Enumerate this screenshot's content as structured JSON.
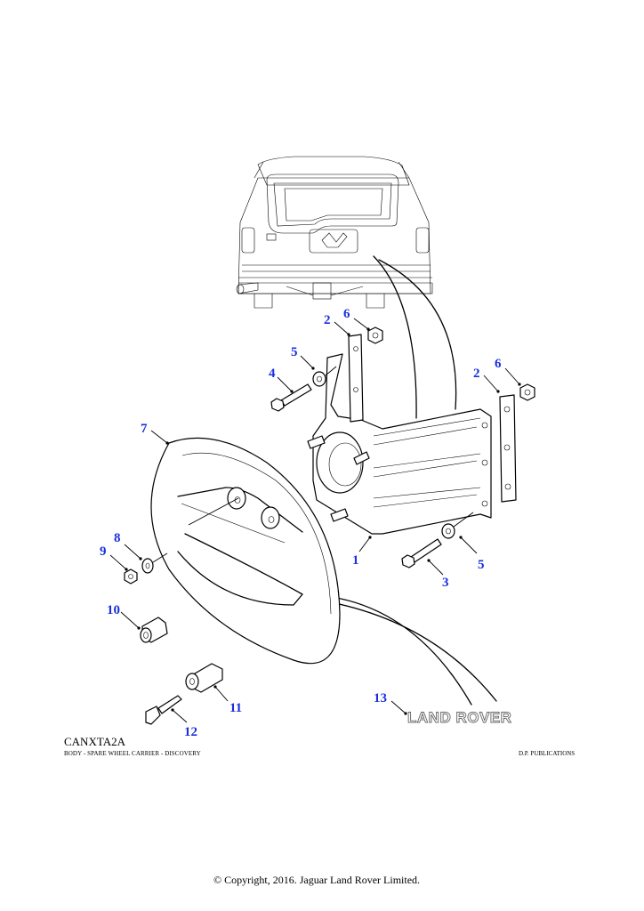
{
  "diagram": {
    "code": "CANXTA2A",
    "subtitle": "BODY - SPARE WHEEL CARRIER - DISCOVERY",
    "publisher": "D.P. PUBLICATIONS",
    "copyright": "© Copyright, 2016. Jaguar Land Rover Limited.",
    "brand_badge_text": "LAND ROVER",
    "callout_color": "#1a2fe0",
    "callouts": [
      {
        "id": "c1",
        "label": "1"
      },
      {
        "id": "c2a",
        "label": "2"
      },
      {
        "id": "c2b",
        "label": "2"
      },
      {
        "id": "c3",
        "label": "3"
      },
      {
        "id": "c4",
        "label": "4"
      },
      {
        "id": "c5a",
        "label": "5"
      },
      {
        "id": "c5b",
        "label": "5"
      },
      {
        "id": "c6a",
        "label": "6"
      },
      {
        "id": "c6b",
        "label": "6"
      },
      {
        "id": "c7",
        "label": "7"
      },
      {
        "id": "c8",
        "label": "8"
      },
      {
        "id": "c9",
        "label": "9"
      },
      {
        "id": "c10",
        "label": "10"
      },
      {
        "id": "c11",
        "label": "11"
      },
      {
        "id": "c12",
        "label": "12"
      },
      {
        "id": "c13",
        "label": "13"
      }
    ]
  }
}
